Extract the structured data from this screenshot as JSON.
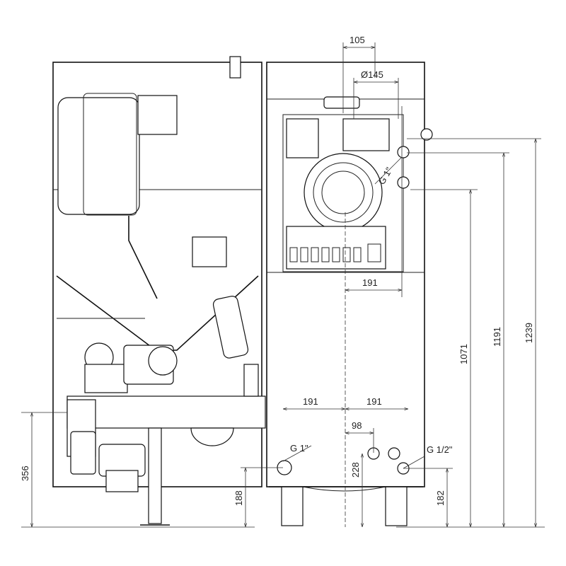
{
  "title": "Pellet boiler with hopper – front view dimensions",
  "dimensions": {
    "top_offset": "105",
    "flue_diameter": "Ø145",
    "flow_connection_top": "G 1\"",
    "mid_width": "191",
    "height_1071": "1071",
    "height_1191": "1191",
    "height_1239": "1239",
    "bottom_left_width": "191",
    "bottom_right_width": "191",
    "offset_98": "98",
    "return_connection": "G 1\"",
    "drain_connection": "G 1/2\"",
    "height_228": "228",
    "height_182": "182",
    "height_188": "188",
    "height_356": "356"
  }
}
